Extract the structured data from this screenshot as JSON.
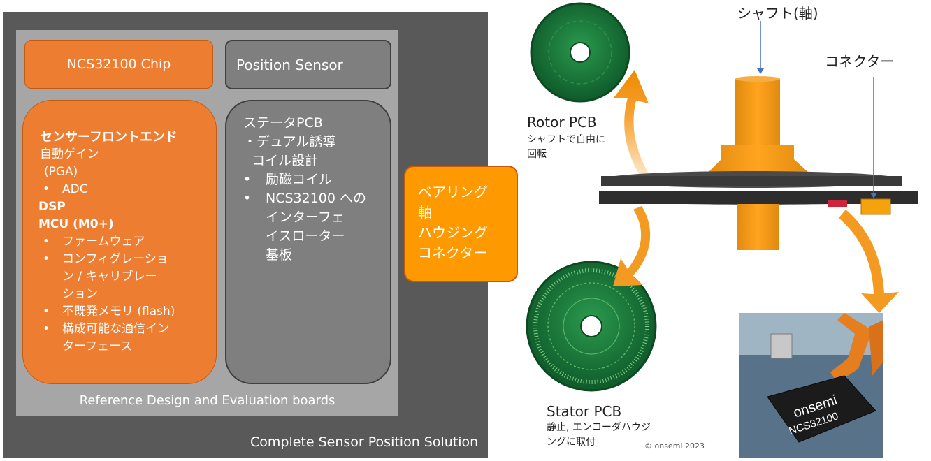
{
  "left_panel": {
    "chip_label": "NCS32100 Chip",
    "position_sensor_label": "Position Sensor",
    "frontend": {
      "heading": "センサーフロントエンド",
      "line1": "自動ゲイン",
      "line2": "(PGA)",
      "adc": "ADC",
      "dsp": "DSP",
      "mcu": "MCU (M0+)",
      "bullets": [
        "ファームウェア",
        "コンフィグレーショ\nン / キャリブレー\nション",
        "不既発メモリ (flash)",
        "構成可能な通信イン\nターフェース"
      ]
    },
    "stator_pcb": {
      "heading": "ステータPCB",
      "item1": "・デュアル誘導\n  コイル設計",
      "item2": "励磁コイル",
      "item3": "NCS32100 への\nインターフェ\nイスローター\n基板"
    },
    "reference_label": "Reference Design and Evaluation boards",
    "complete_label": "Complete Sensor Position Solution"
  },
  "bearing_box": {
    "lines": [
      "ベアリング",
      "軸",
      "ハウジング",
      "コネクター"
    ]
  },
  "diagram": {
    "rotor_title": "Rotor PCB",
    "rotor_sub": "シャフトで自由に\n回転",
    "stator_title": "Stator PCB",
    "stator_sub": "静止, エンコーダハウジ\nングに取付",
    "shaft_label": "シャフト(軸)",
    "connector_label": "コネクター",
    "chip_brand": "onsemi",
    "chip_part": "NCS32100",
    "copyright": "© onsemi 2023"
  },
  "colors": {
    "orange": "#ed7d31",
    "bright_orange": "#ff9900",
    "dark_gray": "#595959",
    "mid_gray": "#7f7f7f",
    "light_gray": "#a6a6a6",
    "pcb_green": "#1e7a3c"
  }
}
